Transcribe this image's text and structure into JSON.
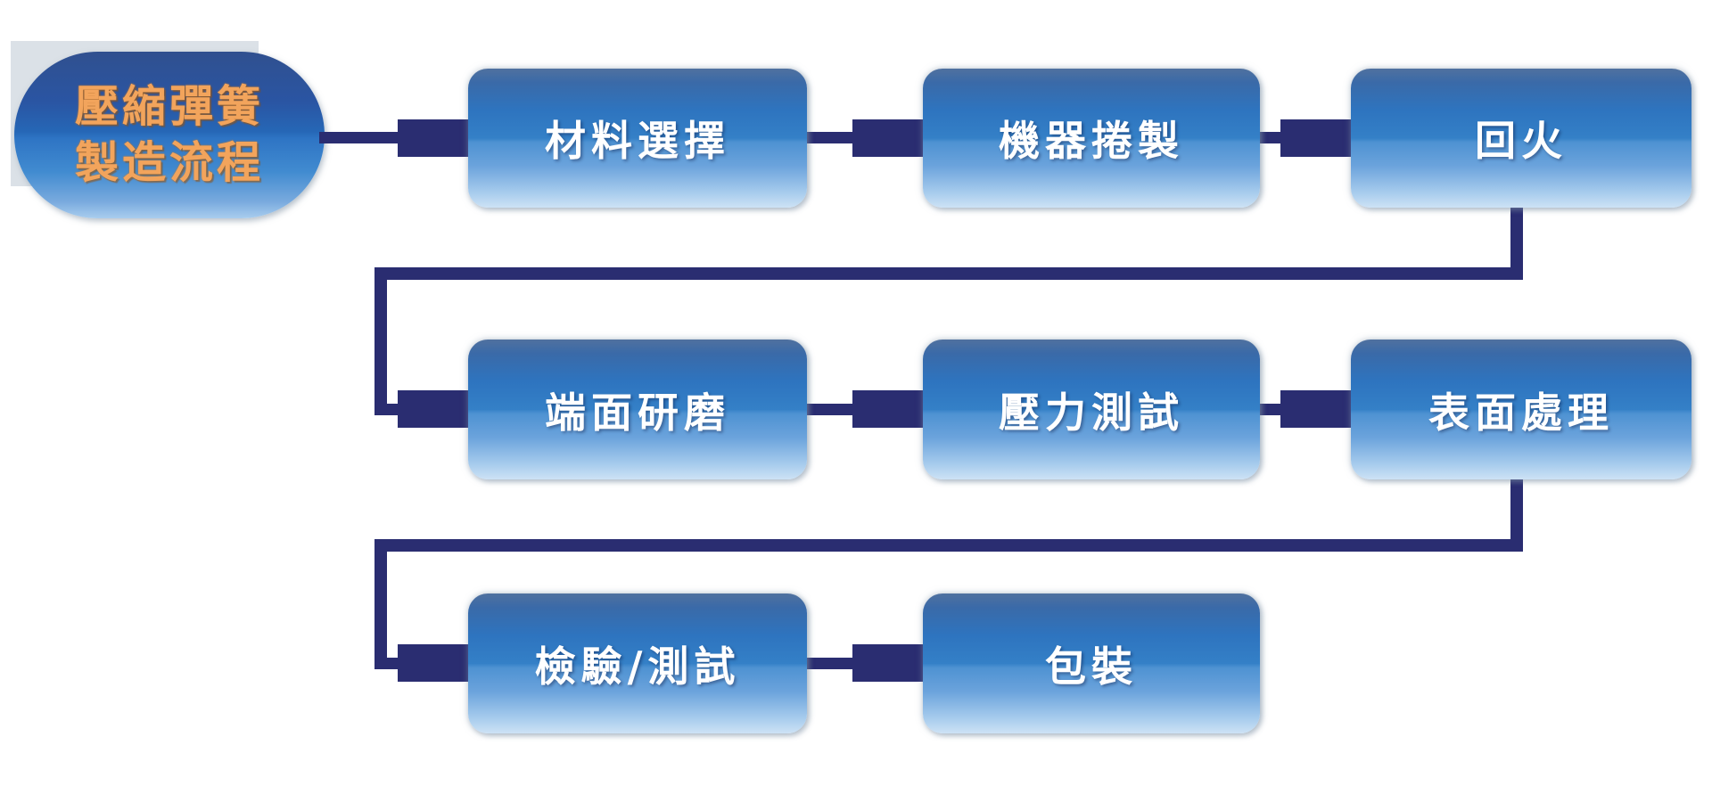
{
  "title": {
    "line1": "壓縮彈簧",
    "line2": "製造流程"
  },
  "nodes": [
    {
      "id": "material-selection",
      "label": "材料選擇"
    },
    {
      "id": "machine-coiling",
      "label": "機器捲製"
    },
    {
      "id": "tempering",
      "label": "回火"
    },
    {
      "id": "end-grinding",
      "label": "端面研磨"
    },
    {
      "id": "pressure-testing",
      "label": "壓力測試"
    },
    {
      "id": "surface-treatment",
      "label": "表面處理"
    },
    {
      "id": "inspection-testing",
      "label": "檢驗/測試"
    },
    {
      "id": "packaging",
      "label": "包裝"
    }
  ],
  "flow_order": [
    "壓縮彈簧製造流程",
    "材料選擇",
    "機器捲製",
    "回火",
    "端面研磨",
    "壓力測試",
    "表面處理",
    "檢驗/測試",
    "包裝"
  ],
  "colors": {
    "connector_navy": "#2a2d71",
    "box_gradient_top": "#50719f",
    "box_gradient_mid": "#3480c7",
    "box_gradient_bottom": "#cde2f5",
    "capsule_gradient_top": "#30508f",
    "capsule_gradient_bottom": "#a9cdee",
    "title_text_orange": "#f2a45c",
    "node_text": "#ffffff",
    "title_backdrop_gray": "#dbe1e7"
  }
}
